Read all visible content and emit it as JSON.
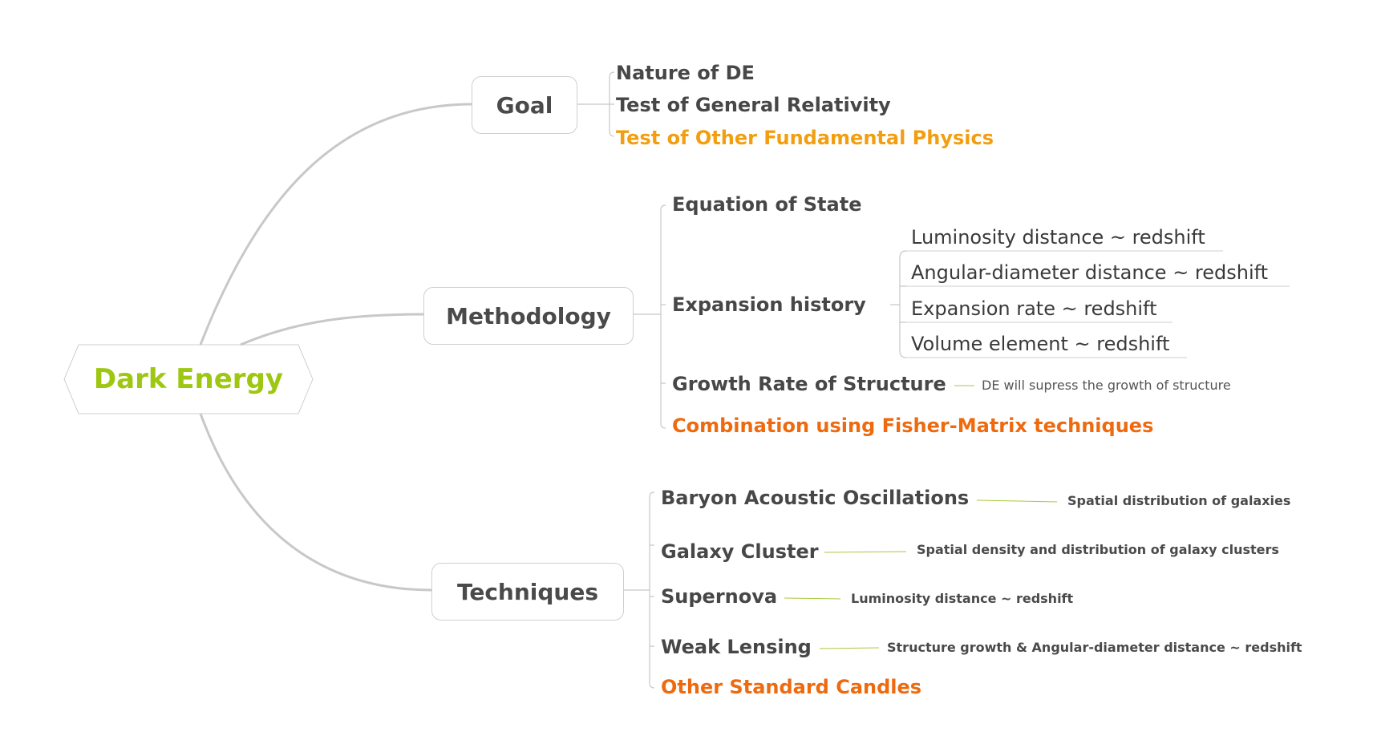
{
  "root": {
    "label": "Dark Energy",
    "color": "#9dc710"
  },
  "colors": {
    "text": "#474747",
    "highlight_orange": "#ee6a0f",
    "highlight_amber": "#f29e10",
    "connector": "#c8c8c8",
    "note_connector": "#a8c840"
  },
  "goal": {
    "label": "Goal",
    "items": [
      "Nature of DE",
      "Test of General Relativity",
      "Test of Other Fundamental Physics"
    ]
  },
  "methodology": {
    "label": "Methodology",
    "items": {
      "equation_of_state": "Equation of State",
      "expansion_history": "Expansion history",
      "expansion_sub": [
        "Luminosity distance ~ redshift",
        "Angular-diameter distance ~ redshift",
        "Expansion rate ~ redshift",
        "Volume element ~ redshift"
      ],
      "growth_rate": "Growth Rate of Structure",
      "growth_note": "DE will supress the growth of structure",
      "combination": "Combination using Fisher-Matrix techniques"
    }
  },
  "techniques": {
    "label": "Techniques",
    "items": [
      {
        "label": "Baryon Acoustic Oscillations",
        "note": "Spatial distribution of galaxies"
      },
      {
        "label": "Galaxy Cluster",
        "note": "Spatial density and distribution of galaxy clusters"
      },
      {
        "label": "Supernova",
        "note": "Luminosity distance ~ redshift"
      },
      {
        "label": "Weak Lensing",
        "note": "Structure growth & Angular-diameter distance ~ redshift"
      },
      {
        "label": "Other Standard Candles",
        "note": ""
      }
    ]
  }
}
